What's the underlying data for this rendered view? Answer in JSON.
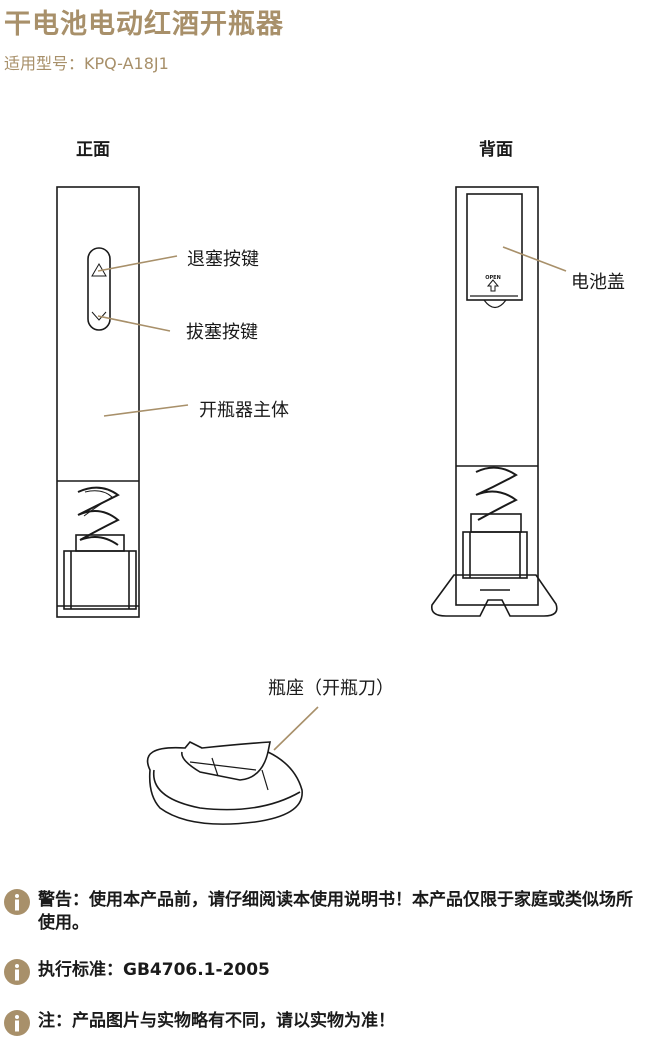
{
  "header": {
    "title": "干电池电动红酒开瓶器",
    "subtitle": "适用型号：KPQ-A18J1"
  },
  "views": {
    "front_label": "正面",
    "back_label": "背面"
  },
  "callouts": {
    "release_button": "退塞按键",
    "extract_button": "拔塞按键",
    "main_body": "开瓶器主体",
    "battery_cover": "电池盖",
    "base": "瓶座（开瓶刀）",
    "open_mark": "OPEN"
  },
  "notes": [
    {
      "text": "警告：使用本产品前，请仔细阅读本使用说明书！本产品仅限于家庭或类似场所使用。"
    },
    {
      "text": "执行标准：GB4706.1-2005"
    },
    {
      "text": "注：产品图片与实物略有不同，请以实物为准！"
    }
  ],
  "colors": {
    "accent": "#a8906a",
    "line": "#1a1a1a"
  }
}
